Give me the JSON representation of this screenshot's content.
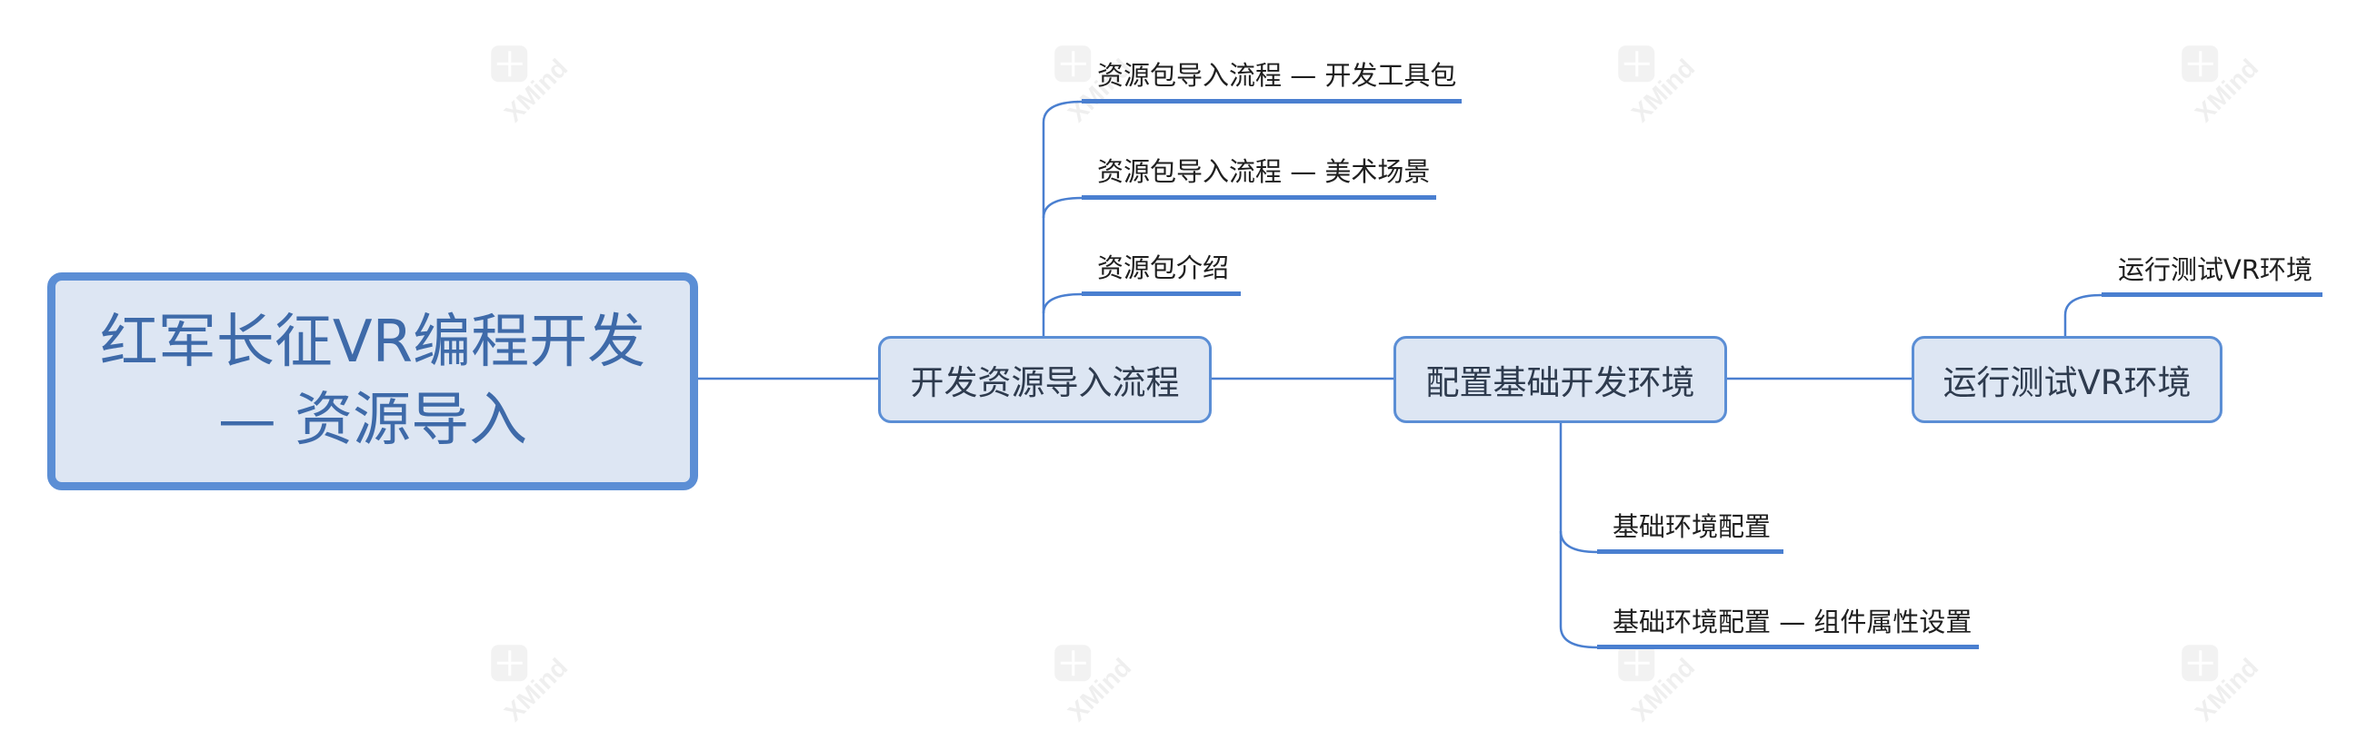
{
  "diagram": {
    "root": {
      "line1": "红军长征VR编程开发",
      "line2": "— 资源导入"
    },
    "topics": {
      "import_flow": "开发资源导入流程",
      "configure_env": "配置基础开发环境",
      "run_test": "运行测试VR环境"
    },
    "subtopics": {
      "dev_toolkit": "资源包导入流程 — 开发工具包",
      "art_scene": "资源包导入流程 — 美术场景",
      "intro": "资源包介绍",
      "run_test_vr": "运行测试VR环境",
      "base_env": "基础环境配置",
      "component_props": "基础环境配置 — 组件属性设置"
    },
    "watermark_text": "XMind",
    "colors": {
      "line": "#4a7fd0",
      "node_fill": "#dde6f3",
      "node_border": "#5b8ed5",
      "root_text": "#3e6aa9"
    }
  }
}
